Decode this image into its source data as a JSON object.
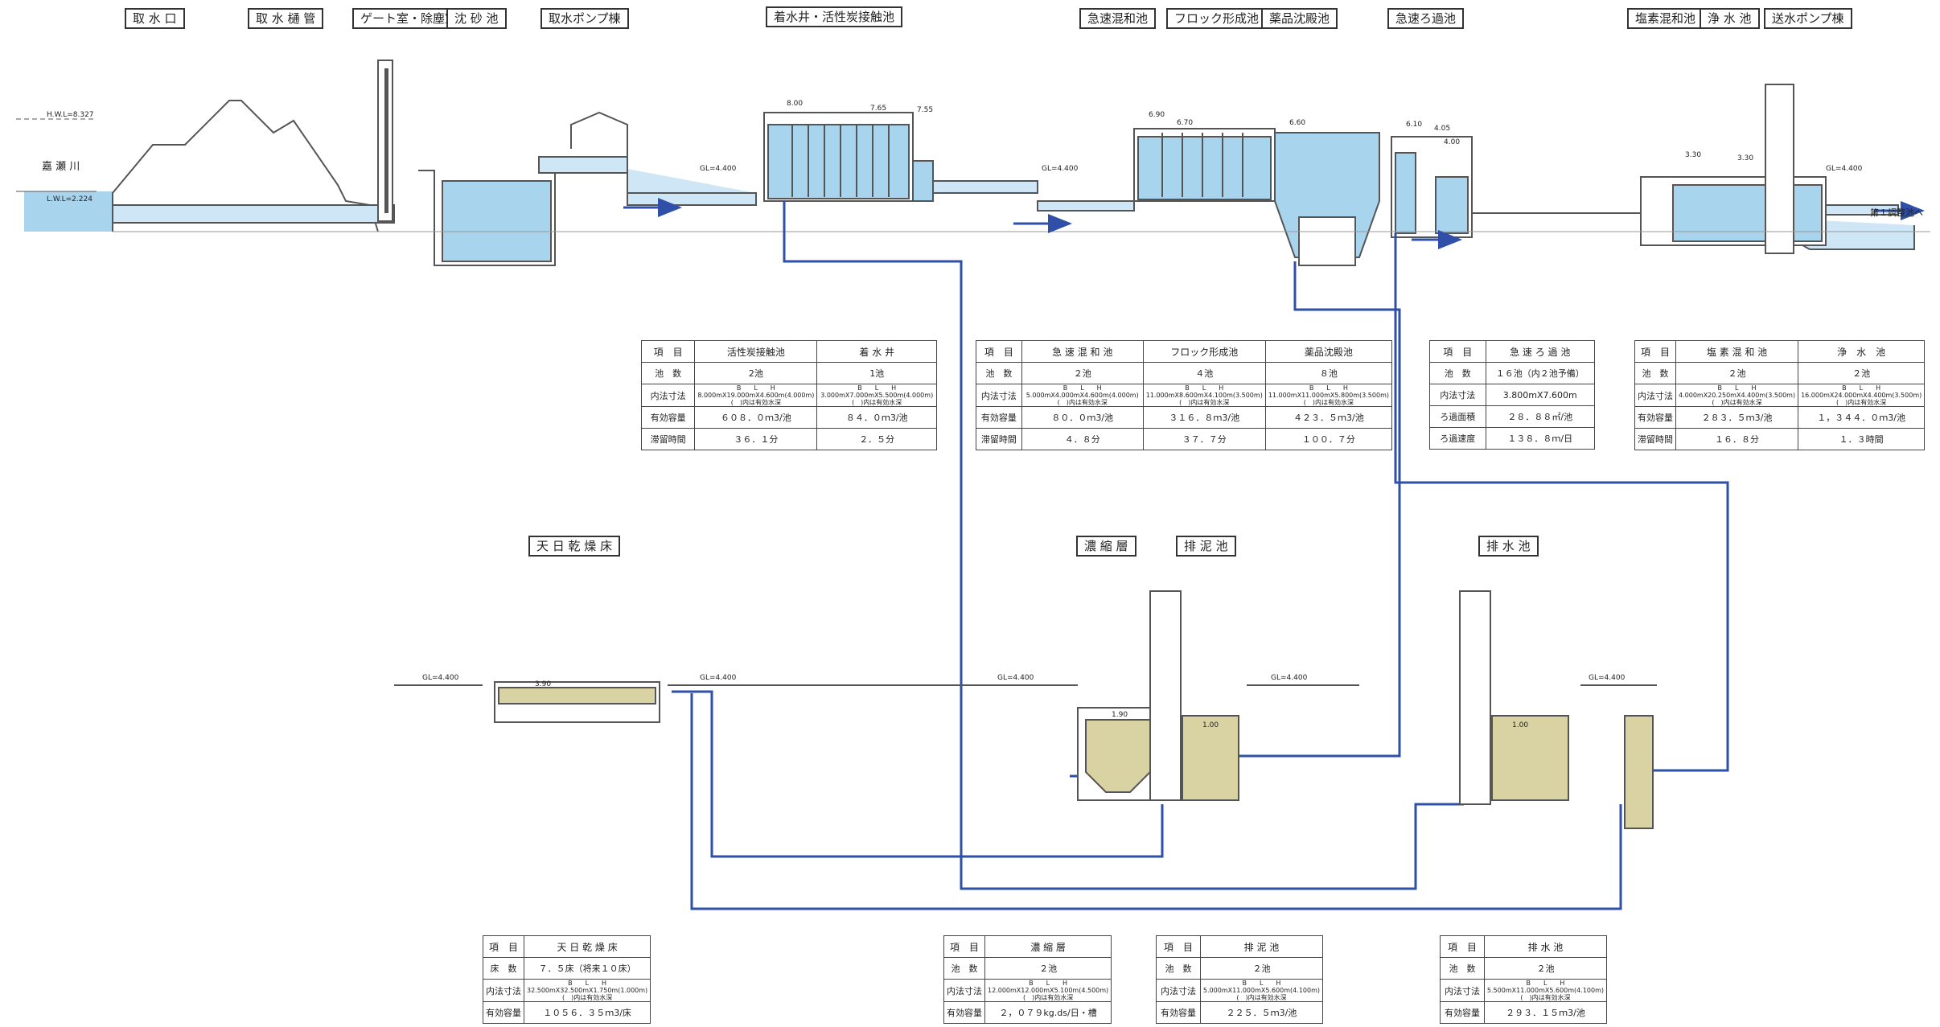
{
  "facility_labels": {
    "intake": "取 水 口",
    "conduit": "取 水 樋 管",
    "gate_room": "ゲート室・除塵室",
    "sedimentation_basin": "沈 砂 池",
    "intake_pump": "取水ポンプ棟",
    "receiving_well": "着水井・活性炭接触池",
    "rapid_mixing": "急速混和池",
    "flocculation": "フロック形成池",
    "chemical_sedimentation": "薬品沈殿池",
    "rapid_filter": "急速ろ過池",
    "chlorine_mixing": "塩素混和池",
    "clear_well": "浄 水 池",
    "transmission_pump": "送水ポンプ棟",
    "drying_bed": "天 日 乾 燥 床",
    "thickener": "濃 縮 層",
    "sludge_basin": "排 泥 池",
    "drainage_basin": "排 水 池"
  },
  "annotations": {
    "river_name": "嘉 瀬 川",
    "hwl": "H.W.L=8.327",
    "lwl": "L.W.L=2.224",
    "gl": "GL=4.400",
    "gl_small": "GL=4.400",
    "outlet": "第１調整池へ",
    "lv_800": "8.00",
    "lv_765": "7.65",
    "lv_755": "7.55",
    "lv_690": "6.90",
    "lv_670": "6.70",
    "lv_660": "6.60",
    "lv_610": "6.10",
    "lv_405": "4.05",
    "lv_400": "4.00",
    "lv_330a": "3.30",
    "lv_330b": "3.30",
    "lv_390": "3.90",
    "lv_190": "1.90",
    "lv_100a": "1.00",
    "lv_100b": "1.00"
  },
  "tables": {
    "carbon": {
      "header": [
        "項　目",
        "活性炭接触池",
        "着 水 井"
      ],
      "rows": [
        [
          "池　数",
          "2池",
          "1池"
        ],
        [
          "内法寸法",
          "B　　L　　H\n8.000mX19.000mX4.600m(4.000m)\n(　)内は有効水深",
          "B　　L　　H\n3.000mX7.000mX5.500m(4.000m)\n(　)内は有効水深"
        ],
        [
          "有効容量",
          "６０８．０ｍ3/池",
          "８４．０ｍ3/池"
        ],
        [
          "滞留時間",
          "３６．１分",
          "２．５分"
        ]
      ]
    },
    "mixing": {
      "header": [
        "項　目",
        "急 速 混 和 池",
        "フロック形成池",
        "薬品沈殿池"
      ],
      "rows": [
        [
          "池　数",
          "２池",
          "４池",
          "８池"
        ],
        [
          "内法寸法",
          "B　　L　　H\n5.000mX4.000mX4.600m(4.000m)\n(　)内は有効水深",
          "B　　L　　H\n11.000mX8.600mX4.100m(3.500m)\n(　)内は有効水深",
          "B　　L　　H\n11.000mX11.000mX5.800m(3.500m)\n(　)内は有効水深"
        ],
        [
          "有効容量",
          "８０．０ｍ3/池",
          "３１６．８ｍ3/池",
          "４２３．５ｍ3/池"
        ],
        [
          "滞留時間",
          "４．８分",
          "３７．７分",
          "１００．７分"
        ]
      ]
    },
    "filter": {
      "header": [
        "項　目",
        "急 速 ろ 過 池"
      ],
      "rows": [
        [
          "池　数",
          "１６池（内２池予備）"
        ],
        [
          "内法寸法",
          "3.800mX7.600m"
        ],
        [
          "ろ過面積",
          "２８．８８㎡/池"
        ],
        [
          "ろ過速度",
          "１３８．８ｍ/日"
        ]
      ]
    },
    "clearwell": {
      "header": [
        "項　目",
        "塩 素 混 和 池",
        "浄　水　池"
      ],
      "rows": [
        [
          "池　数",
          "２池",
          "２池"
        ],
        [
          "内法寸法",
          "B　　L　　H\n4.000mX20.250mX4.400m(3.500m)\n(　)内は有効水深",
          "B　　L　　H\n16.000mX24.000mX4.400m(3.500m)\n(　)内は有効水深"
        ],
        [
          "有効容量",
          "２８３．５ｍ3/池",
          "１，３４４．０ｍ3/池"
        ],
        [
          "滞留時間",
          "１６．８分",
          "１．３時間"
        ]
      ]
    },
    "drying": {
      "header": [
        "項　目",
        "天 日 乾 燥 床"
      ],
      "rows": [
        [
          "床　数",
          "７．５床（将来１０床）"
        ],
        [
          "内法寸法",
          "B　　L　　H\n32.500mX32.500mX1.750m(1.000m)\n(　)内は有効水深"
        ],
        [
          "有効容量",
          "１０５６．３５ｍ3/床"
        ]
      ]
    },
    "thickener": {
      "header": [
        "項　目",
        "濃 縮 層"
      ],
      "rows": [
        [
          "池　数",
          "２池"
        ],
        [
          "内法寸法",
          "B　　L　　H\n12.000mX12.000mX5.100m(4.500m)\n(　)内は有効水深"
        ],
        [
          "有効容量",
          "２，０７９kg.ds/日・槽"
        ]
      ]
    },
    "sludge": {
      "header": [
        "項　目",
        "排 泥 池"
      ],
      "rows": [
        [
          "池　数",
          "２池"
        ],
        [
          "内法寸法",
          "B　　L　　H\n5.000mX11.000mX5.600m(4.100m)\n(　)内は有効水深"
        ],
        [
          "有効容量",
          "２２５．５ｍ3/池"
        ]
      ]
    },
    "drainage": {
      "header": [
        "項　目",
        "排 水 池"
      ],
      "rows": [
        [
          "池　数",
          "２池"
        ],
        [
          "内法寸法",
          "B　　L　　H\n5.500mX11.000mX5.600m(4.100m)\n(　)内は有効水深"
        ],
        [
          "有効容量",
          "２９３．１５ｍ3/池"
        ]
      ]
    }
  },
  "colors": {
    "water": "#a9d4ee",
    "water_light": "#cfe6f6",
    "pipe": "#2f4fa8",
    "sludge": "#d9d2a2",
    "structure": "#555555",
    "ground": "#bbbbbb"
  }
}
